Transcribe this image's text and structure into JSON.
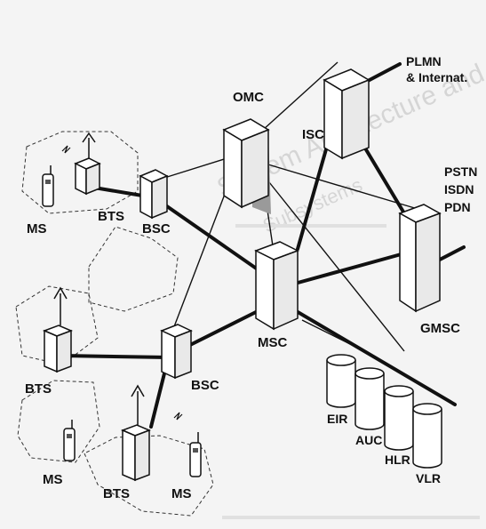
{
  "labels": {
    "omc": "OMC",
    "isc": "ISC",
    "plmn_line1": "PLMN",
    "plmn_line2": "& Internat.",
    "pstn": "PSTN",
    "isdn": "ISDN",
    "pdn": "PDN",
    "gmsc": "GMSC",
    "msc": "MSC",
    "bts_top": "BTS",
    "bsc_top": "BSC",
    "ms_top": "MS",
    "bts_mid": "BTS",
    "bsc_mid": "BSC",
    "bts_bottom": "BTS",
    "ms_bottom_left": "MS",
    "ms_bottom_right": "MS",
    "eir": "EIR",
    "auc": "AUC",
    "hlr": "HLR",
    "vlr": "VLR"
  },
  "show_through": {
    "heading": "System Architecture and",
    "subheading": "Subsystems"
  },
  "colors": {
    "ink": "#111111",
    "box_fill": "#ffffff",
    "shadow": "#b8b8b8",
    "page": "#f4f4f4"
  }
}
